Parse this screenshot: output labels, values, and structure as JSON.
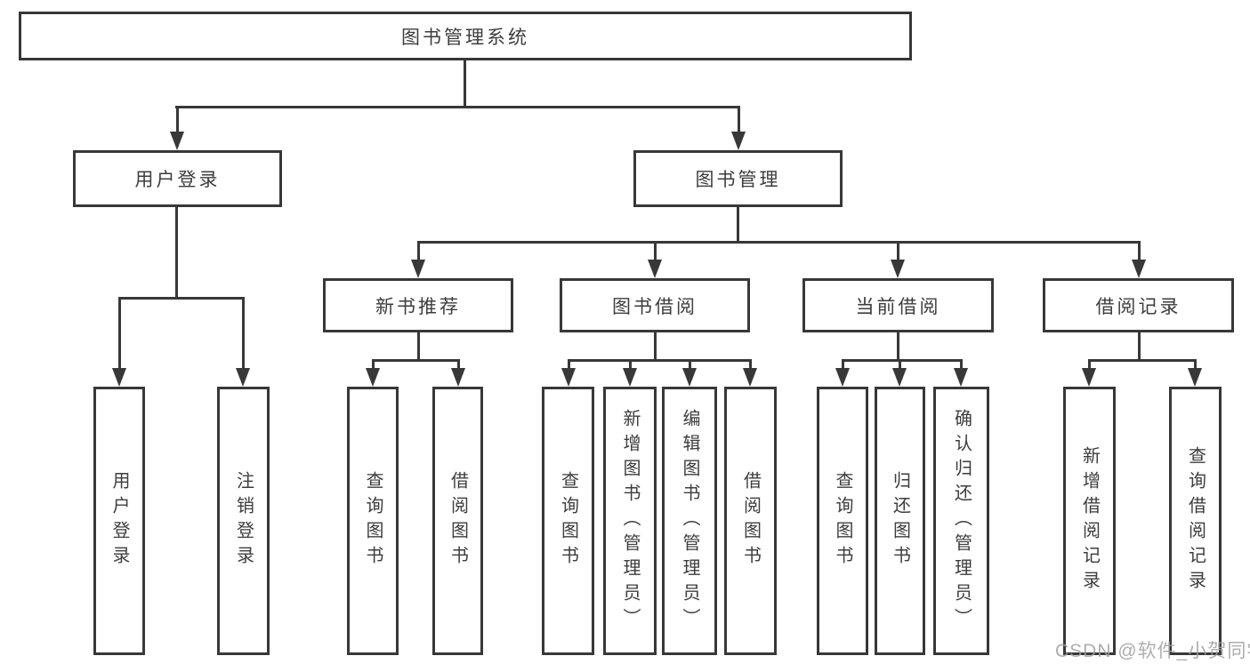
{
  "tree": {
    "label": "图书管理系统",
    "children": [
      {
        "label": "用户登录",
        "children": [
          {
            "label": "用户登录"
          },
          {
            "label": "注销登录"
          }
        ]
      },
      {
        "label": "图书管理",
        "children": [
          {
            "label": "新书推荐",
            "children": [
              {
                "label": "查询图书"
              },
              {
                "label": "借阅图书"
              }
            ]
          },
          {
            "label": "图书借阅",
            "children": [
              {
                "label": "查询图书"
              },
              {
                "label": "新增图书（管理员）"
              },
              {
                "label": "编辑图书（管理员）"
              },
              {
                "label": "借阅图书"
              }
            ]
          },
          {
            "label": "当前借阅",
            "children": [
              {
                "label": "查询图书"
              },
              {
                "label": "归还图书"
              },
              {
                "label": "确认归还（管理员）"
              }
            ]
          },
          {
            "label": "借阅记录",
            "children": [
              {
                "label": "新增借阅记录"
              },
              {
                "label": "查询借阅记录"
              }
            ]
          }
        ]
      }
    ]
  },
  "watermark": {
    "text": "CSDN @软件_小贺同学"
  },
  "colors": {
    "line": "#383838",
    "text": "#3d3d3d",
    "watermark": "#a0a0a0"
  }
}
